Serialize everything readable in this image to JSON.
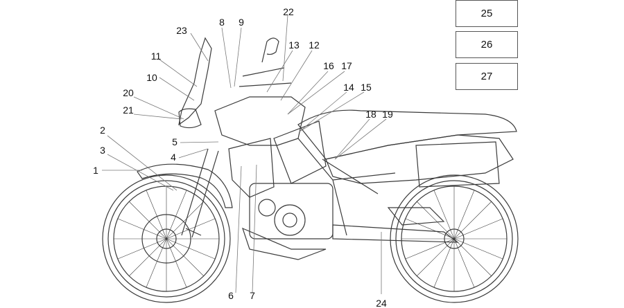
{
  "callouts": [
    "1",
    "2",
    "3",
    "4",
    "5",
    "6",
    "7",
    "8",
    "9",
    "10",
    "11",
    "12",
    "13",
    "14",
    "15",
    "16",
    "17",
    "18",
    "19",
    "20",
    "21",
    "22",
    "23",
    "24"
  ],
  "legend_boxes": [
    {
      "number": "25"
    },
    {
      "number": "26"
    },
    {
      "number": "27"
    }
  ],
  "colors": {
    "line": "#3a3a3a",
    "leader": "#777777",
    "box_border": "#555555"
  }
}
